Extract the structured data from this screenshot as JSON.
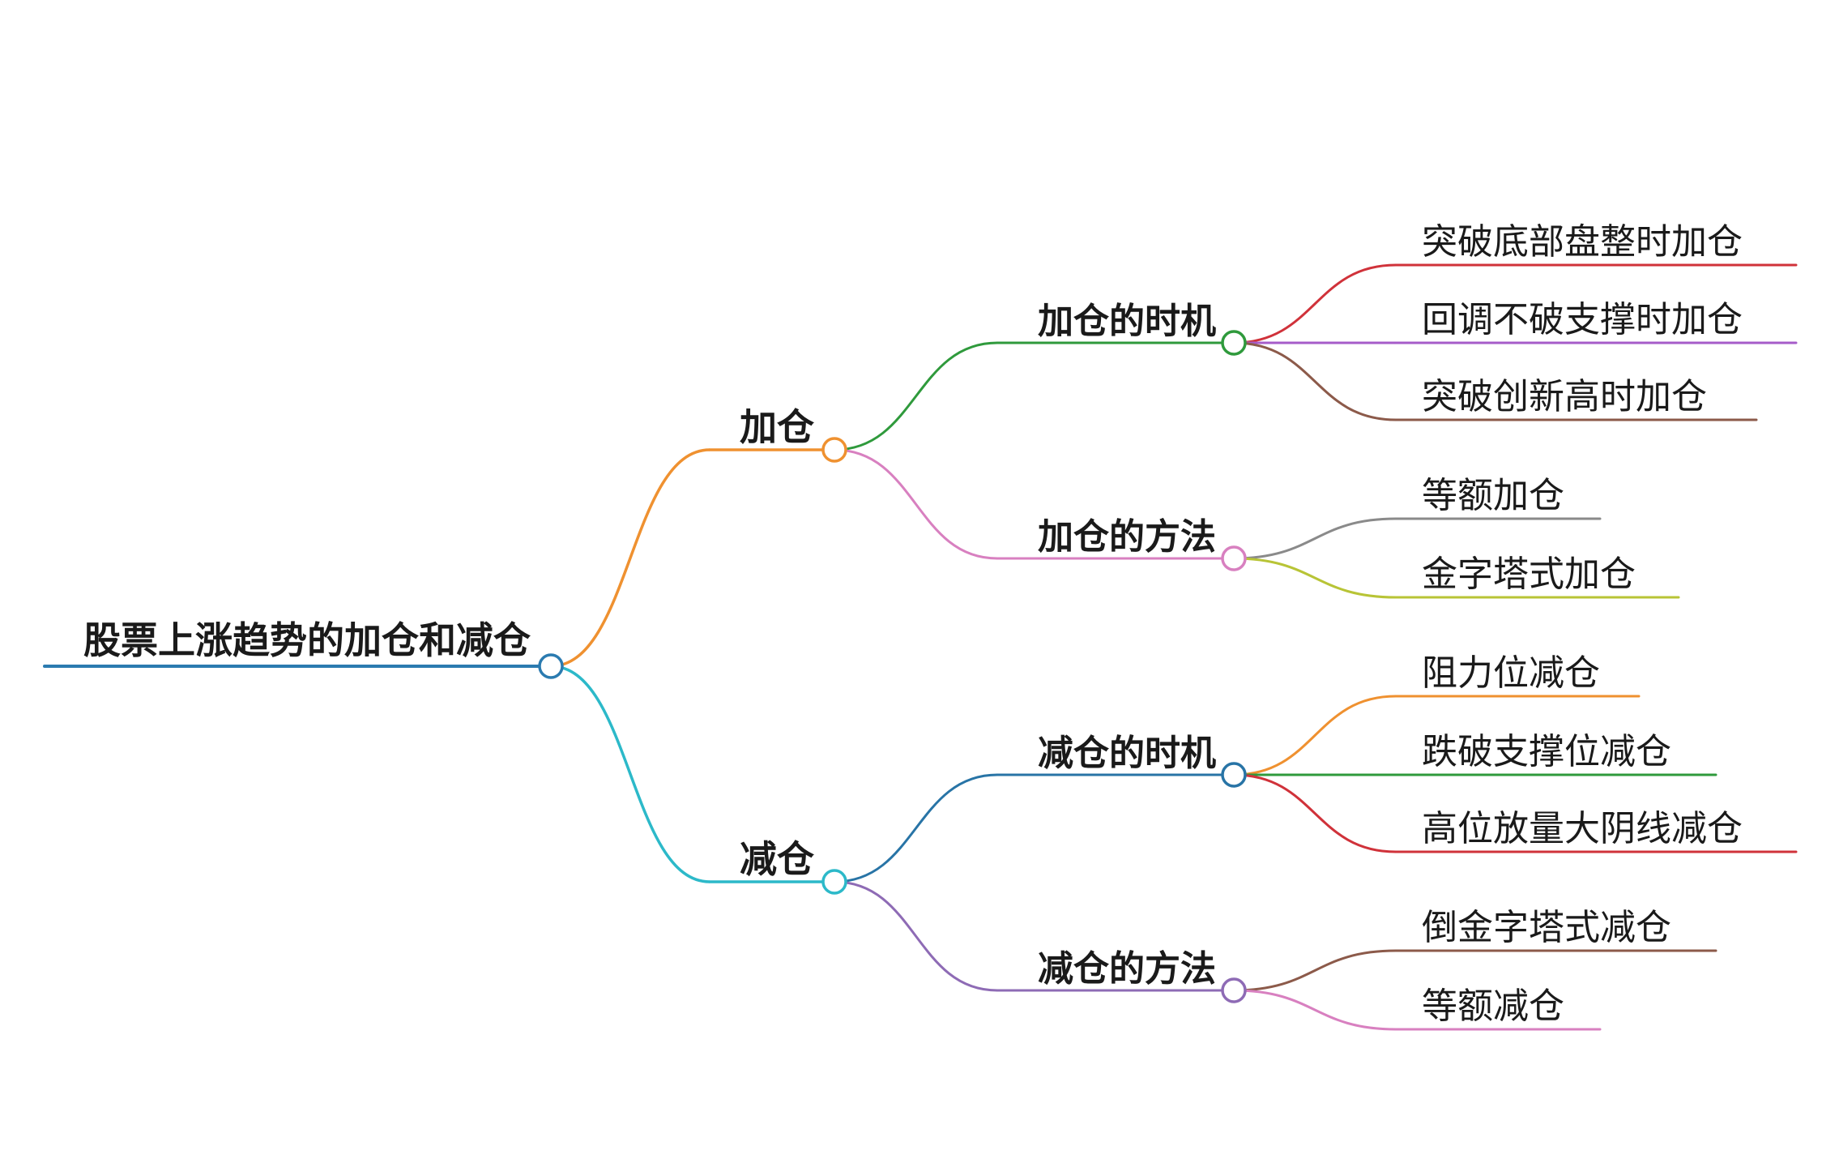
{
  "mindmap": {
    "root": {
      "label": "股票上涨趋势的加仓和减仓",
      "color": "#2b7bb0"
    },
    "branches": [
      {
        "label": "加仓",
        "color": "#ef9130",
        "children": [
          {
            "label": "加仓的时机",
            "color": "#2f9a3c",
            "leaves": [
              {
                "label": "突破底部盘整时加仓",
                "color": "#d0323a"
              },
              {
                "label": "回调不破支撑时加仓",
                "color": "#a65cc9"
              },
              {
                "label": "突破创新高时加仓",
                "color": "#8c5a4a"
              }
            ]
          },
          {
            "label": "加仓的方法",
            "color": "#d880c0",
            "leaves": [
              {
                "label": "等额加仓",
                "color": "#8a8a8a"
              },
              {
                "label": "金字塔式加仓",
                "color": "#b8c436"
              }
            ]
          }
        ]
      },
      {
        "label": "减仓",
        "color": "#2cb9c9",
        "children": [
          {
            "label": "减仓的时机",
            "color": "#2874a6",
            "leaves": [
              {
                "label": "阻力位减仓",
                "color": "#ef9130"
              },
              {
                "label": "跌破支撑位减仓",
                "color": "#2f9a3c"
              },
              {
                "label": "高位放量大阴线减仓",
                "color": "#d0323a"
              }
            ]
          },
          {
            "label": "减仓的方法",
            "color": "#8e6bb5",
            "leaves": [
              {
                "label": "倒金字塔式减仓",
                "color": "#8c5a4a"
              },
              {
                "label": "等额减仓",
                "color": "#d880c0"
              }
            ]
          }
        ]
      }
    ]
  }
}
